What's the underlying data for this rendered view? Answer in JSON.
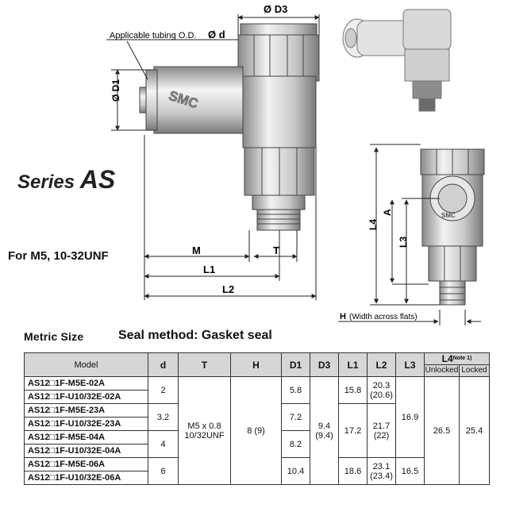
{
  "diagram": {
    "label_d3": "Ø D3",
    "label_tubing": "Applicable tubing O.D.",
    "label_tubing_sym": "Ø d",
    "label_d1": "Ø D1",
    "label_m": "M",
    "label_t": "T",
    "label_l1": "L1",
    "label_l2": "L2",
    "label_l4": "L4",
    "label_a": "A",
    "label_l3": "L3",
    "label_h": "H",
    "label_h_note": "(Width across flats)",
    "brand": "SMC",
    "side_brand": "SMC"
  },
  "series_prefix": "Series",
  "series_name": "AS",
  "for_model": "For M5, 10-32UNF",
  "metric_size": "Metric Size",
  "seal_method": "Seal method: Gasket seal",
  "table": {
    "headers": {
      "model": "Model",
      "d": "d",
      "T": "T",
      "H": "H",
      "D1": "D1",
      "D3": "D3",
      "L1": "L1",
      "L2": "L2",
      "L3": "L3",
      "L4": "L4",
      "L4_note": "Note 1)",
      "unlocked": "Unlocked",
      "locked": "Locked"
    },
    "models": [
      "AS12□1F-M5E-02A",
      "AS12□1F-U10/32E-02A",
      "AS12□1F-M5E-23A",
      "AS12□1F-U10/32E-23A",
      "AS12□1F-M5E-04A",
      "AS12□1F-U10/32E-04A",
      "AS12□1F-M5E-06A",
      "AS12□1F-U10/32E-06A"
    ],
    "d": [
      "2",
      "3.2",
      "4",
      "6"
    ],
    "T": [
      "M5 x 0.8",
      "10/32UNF"
    ],
    "H": "8 (9)",
    "D1": [
      "5.8",
      "7.2",
      "8.2",
      "10.4"
    ],
    "D3": [
      "9.4",
      "(9.4)"
    ],
    "L1": [
      "15.8",
      "17.2",
      "18.6"
    ],
    "L2": [
      [
        "20.3",
        "(20.6)"
      ],
      [
        "21.7",
        "(22)"
      ],
      [
        "23.1",
        "(23.4)"
      ]
    ],
    "L3": [
      "16.9",
      "16.5"
    ],
    "L4_unlocked": "26.5",
    "L4_locked": "25.4"
  }
}
